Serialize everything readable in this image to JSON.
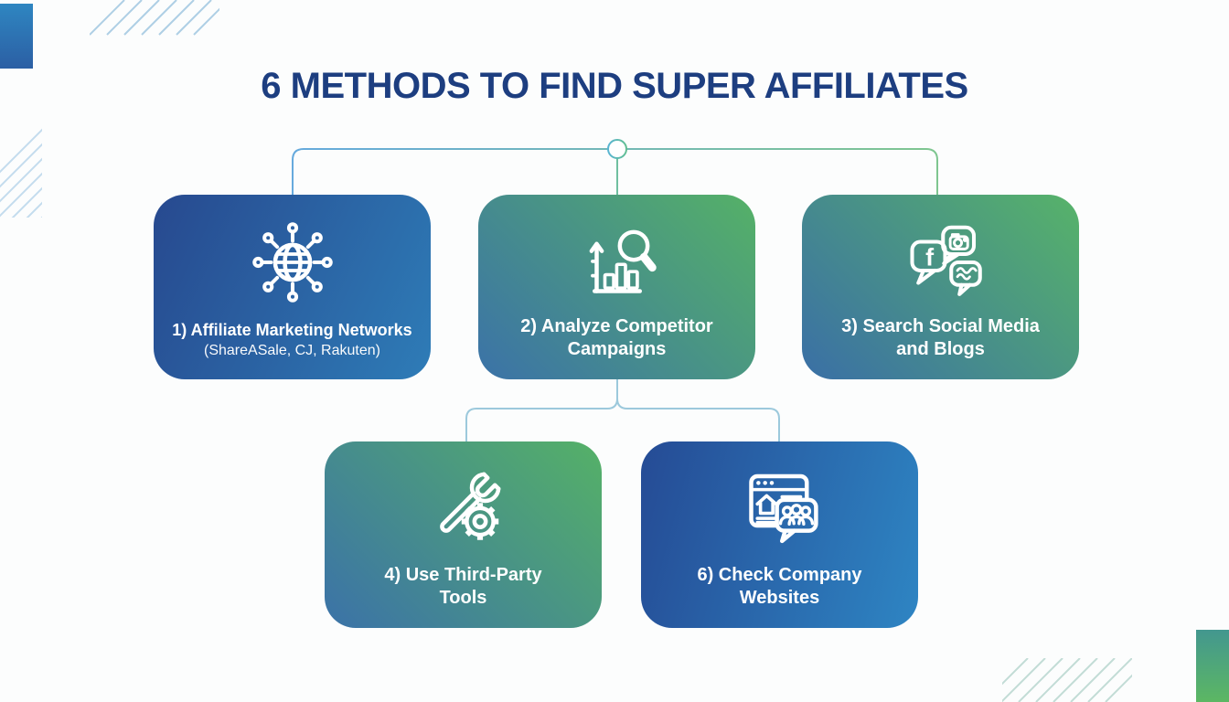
{
  "title": {
    "text": "6 METHODS TO FIND SUPER AFFILIATES"
  },
  "cards": [
    {
      "label_line1": "1) Affiliate Marketing Networks",
      "label_line2": "(ShareASale, CJ, Rakuten)",
      "icon": "network-globe-icon"
    },
    {
      "label_line1": "2) Analyze Competitor",
      "label_line2": "Campaigns",
      "icon": "chart-magnifier-icon"
    },
    {
      "label_line1": "3) Search Social Media",
      "label_line2": "and Blogs",
      "icon": "social-bubbles-icon"
    },
    {
      "label_line1": "4) Use Third-Party",
      "label_line2": "Tools",
      "icon": "wrench-gear-icon"
    },
    {
      "label_line1": "6) Check Company",
      "label_line2": "Websites",
      "icon": "browser-people-icon"
    }
  ],
  "palette": {
    "title_color": "#1d3e80",
    "card_blue_dark": "#27498f",
    "card_blue_light": "#2e85c3",
    "card_green": "#55b167",
    "card_gradient_blue_green": [
      "#3b72a8",
      "#55b167"
    ],
    "connector_blue": "#66aadd",
    "connector_green": "#7fc690",
    "connector_light": "#9cc9dc",
    "icon_stroke": "#ffffff",
    "background": "#fcfdfd"
  }
}
